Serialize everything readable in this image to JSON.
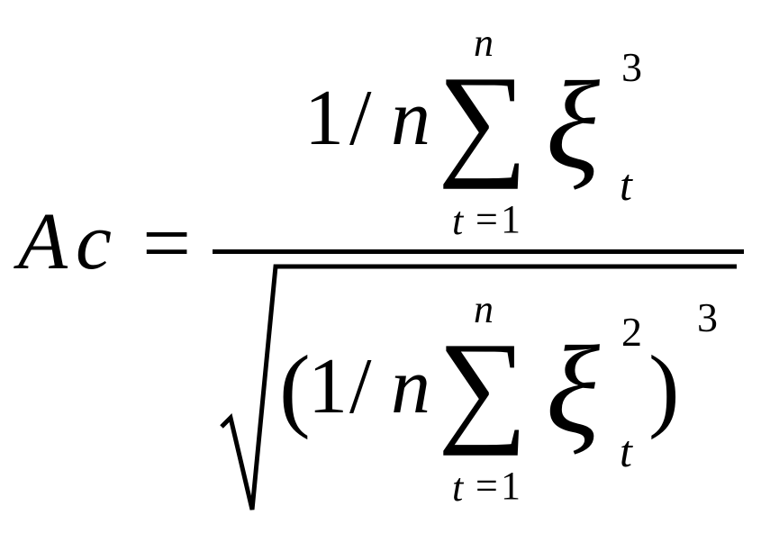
{
  "formula": {
    "lhs": {
      "A": "A",
      "c": "c",
      "equals": "="
    },
    "numerator": {
      "one": "1",
      "slash": "/",
      "n": "n",
      "sigma": "∑",
      "upper_limit": "n",
      "lower_limit_var": "t",
      "lower_limit_eq": "=",
      "lower_limit_val": "1",
      "xi": "ξ",
      "subscript": "t",
      "exponent": "3"
    },
    "denominator": {
      "open_paren": "(",
      "one": "1",
      "slash": "/",
      "n": "n",
      "sigma": "∑",
      "upper_limit": "n",
      "lower_limit_var": "t",
      "lower_limit_eq": "=",
      "lower_limit_val": "1",
      "xi": "ξ",
      "subscript": "t",
      "inner_exponent": "2",
      "close_paren": ")",
      "outer_exponent": "3"
    }
  }
}
